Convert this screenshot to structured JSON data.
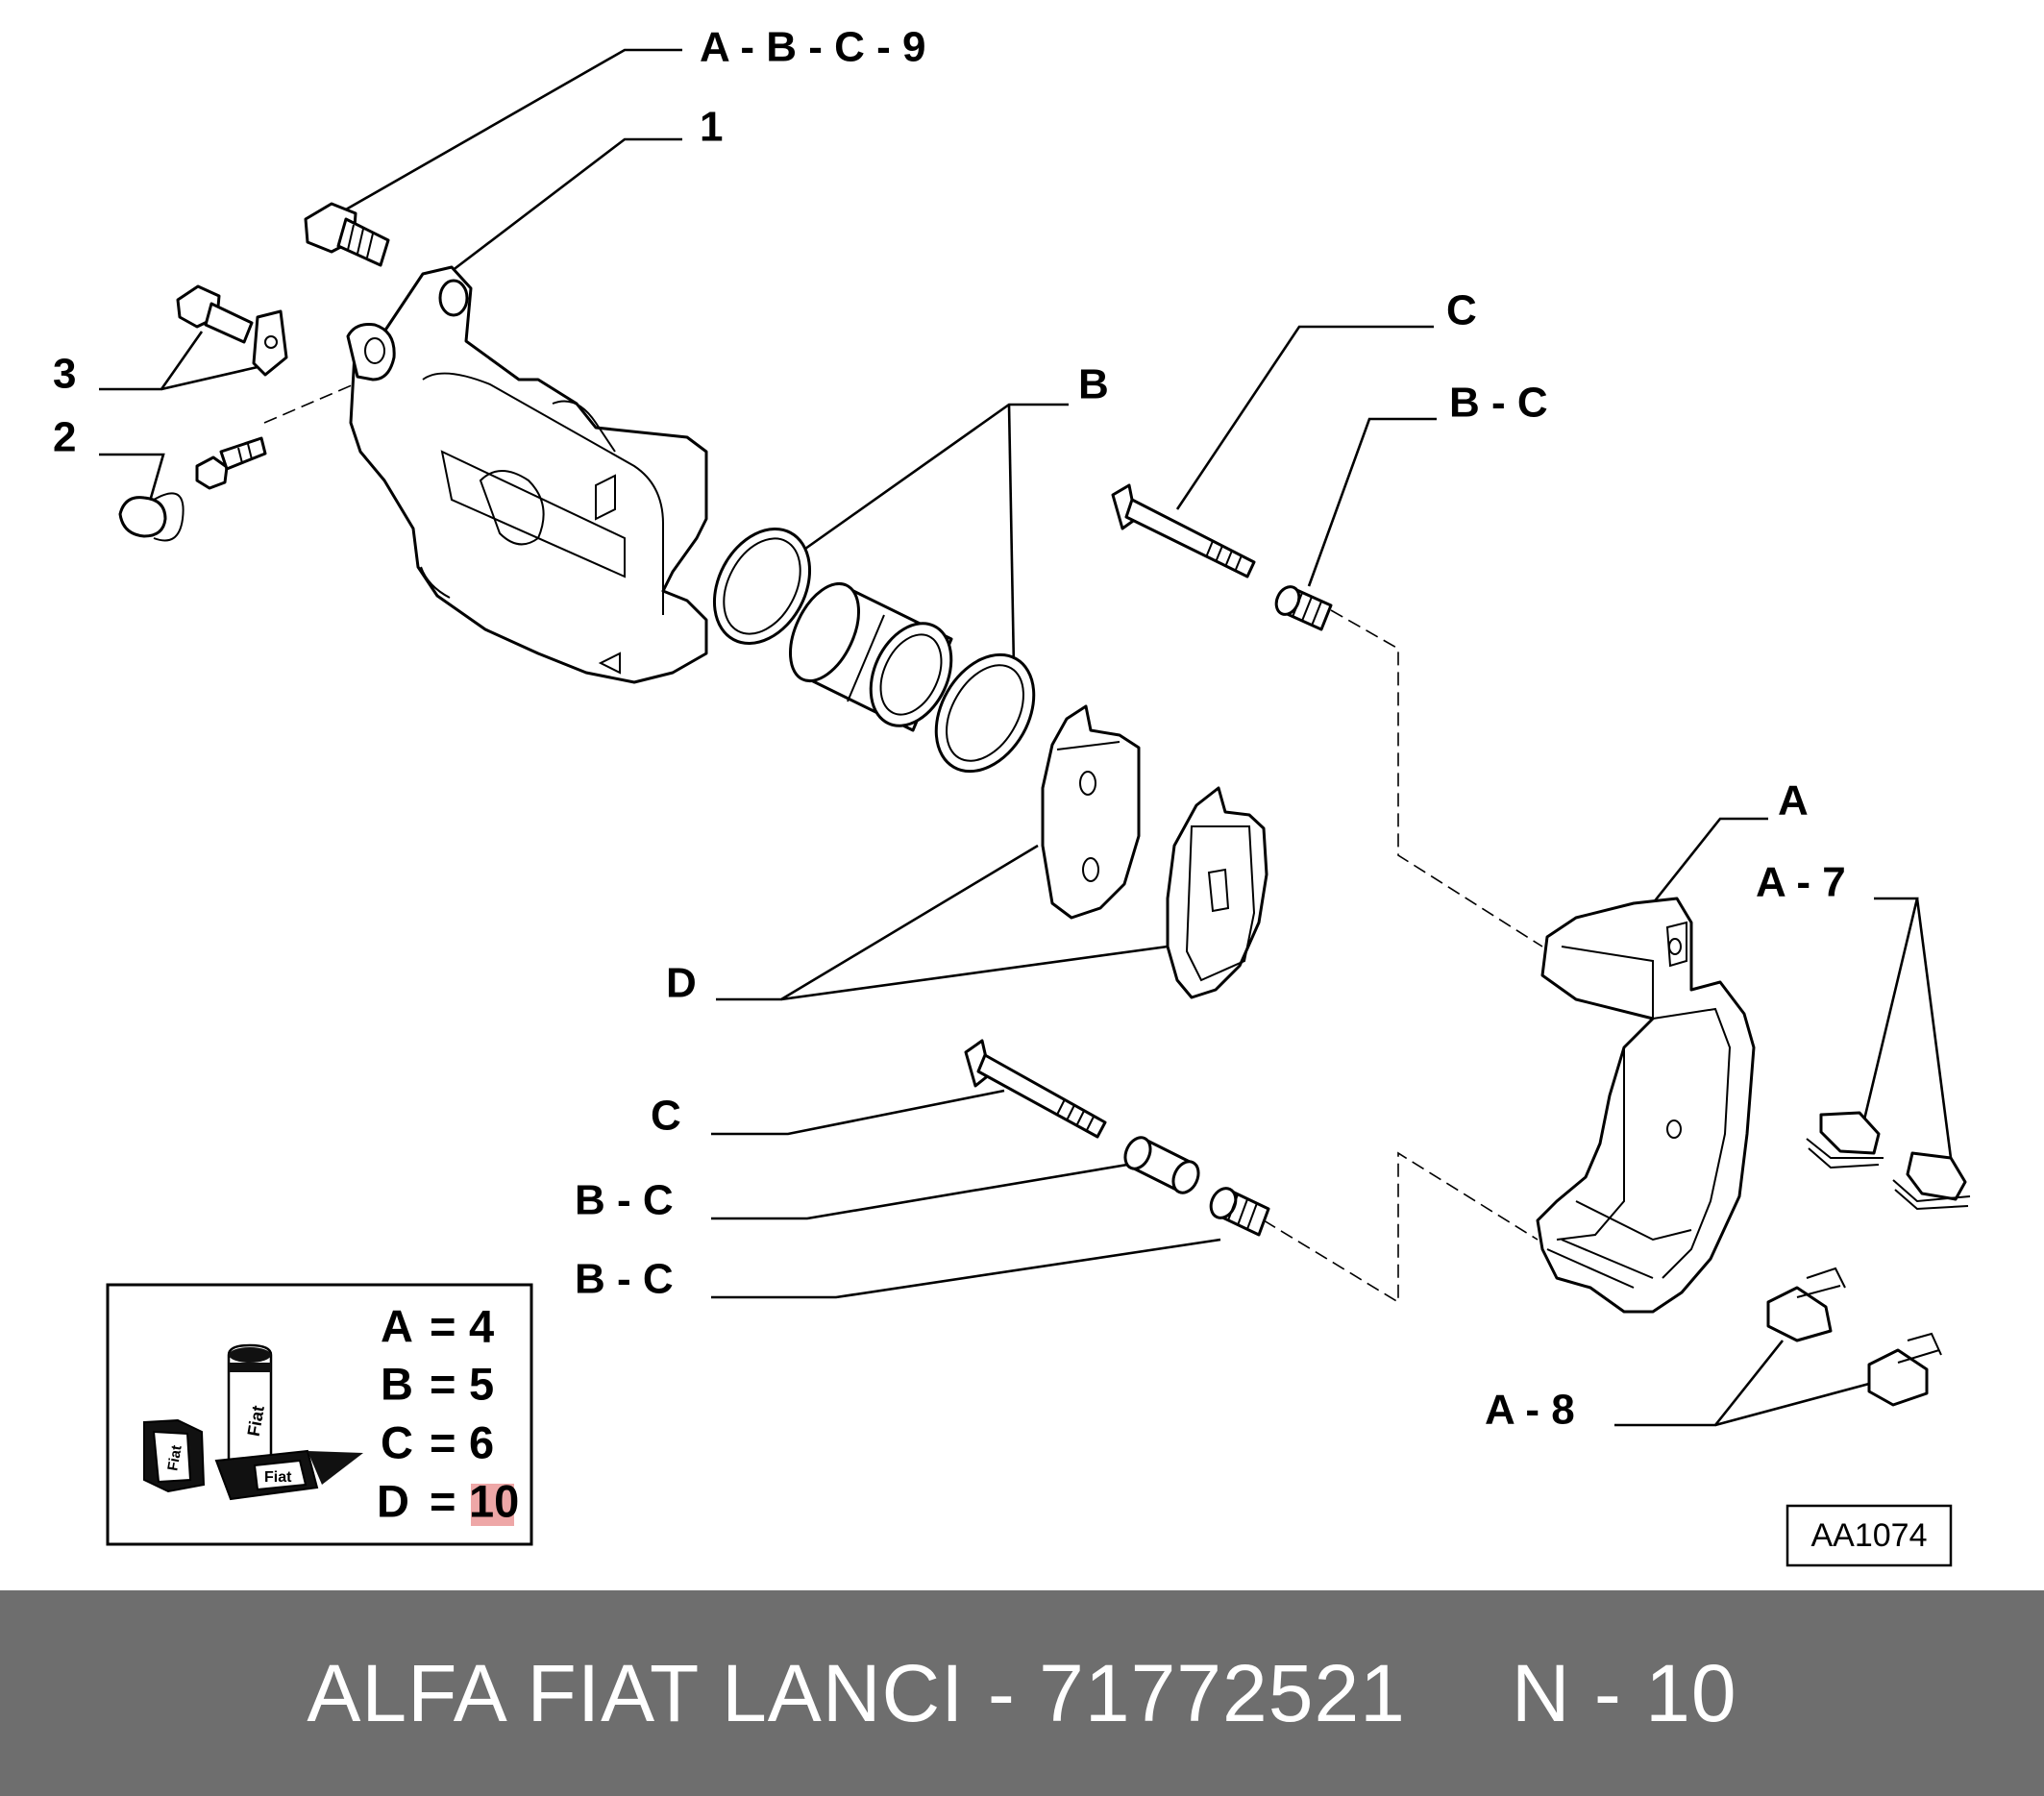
{
  "callouts": {
    "top_bolt": "A - B - C - 9",
    "caliper_body": "1",
    "bracket_bolt": "3",
    "bleeder": "2",
    "piston_seal": "B",
    "guide_pin_upper": "C",
    "bushing_upper": "B - C",
    "pads": "D",
    "carrier": "A",
    "clips_upper": "A - 7",
    "guide_pin_lower": "C",
    "sleeve_lower": "B - C",
    "bushing_lower": "B - C",
    "clips_lower": "A - 8"
  },
  "legend": {
    "rows": [
      {
        "letter": "A",
        "eq": "=",
        "value": "4"
      },
      {
        "letter": "B",
        "eq": "=",
        "value": "5"
      },
      {
        "letter": "C",
        "eq": "=",
        "value": "6"
      },
      {
        "letter": "D",
        "eq": "=",
        "value": "10"
      }
    ],
    "pkg_label_1": "Fiat",
    "pkg_label_2": "Fiat",
    "pkg_label_3": "Fiat",
    "highlight_color": "#e88a8a"
  },
  "code_box": "AA1074",
  "footer": {
    "brand_part": "ALFA FIAT LANCI - 71772521",
    "position": "N - 10",
    "background": "#6e6e6e",
    "text_color": "#ffffff"
  }
}
